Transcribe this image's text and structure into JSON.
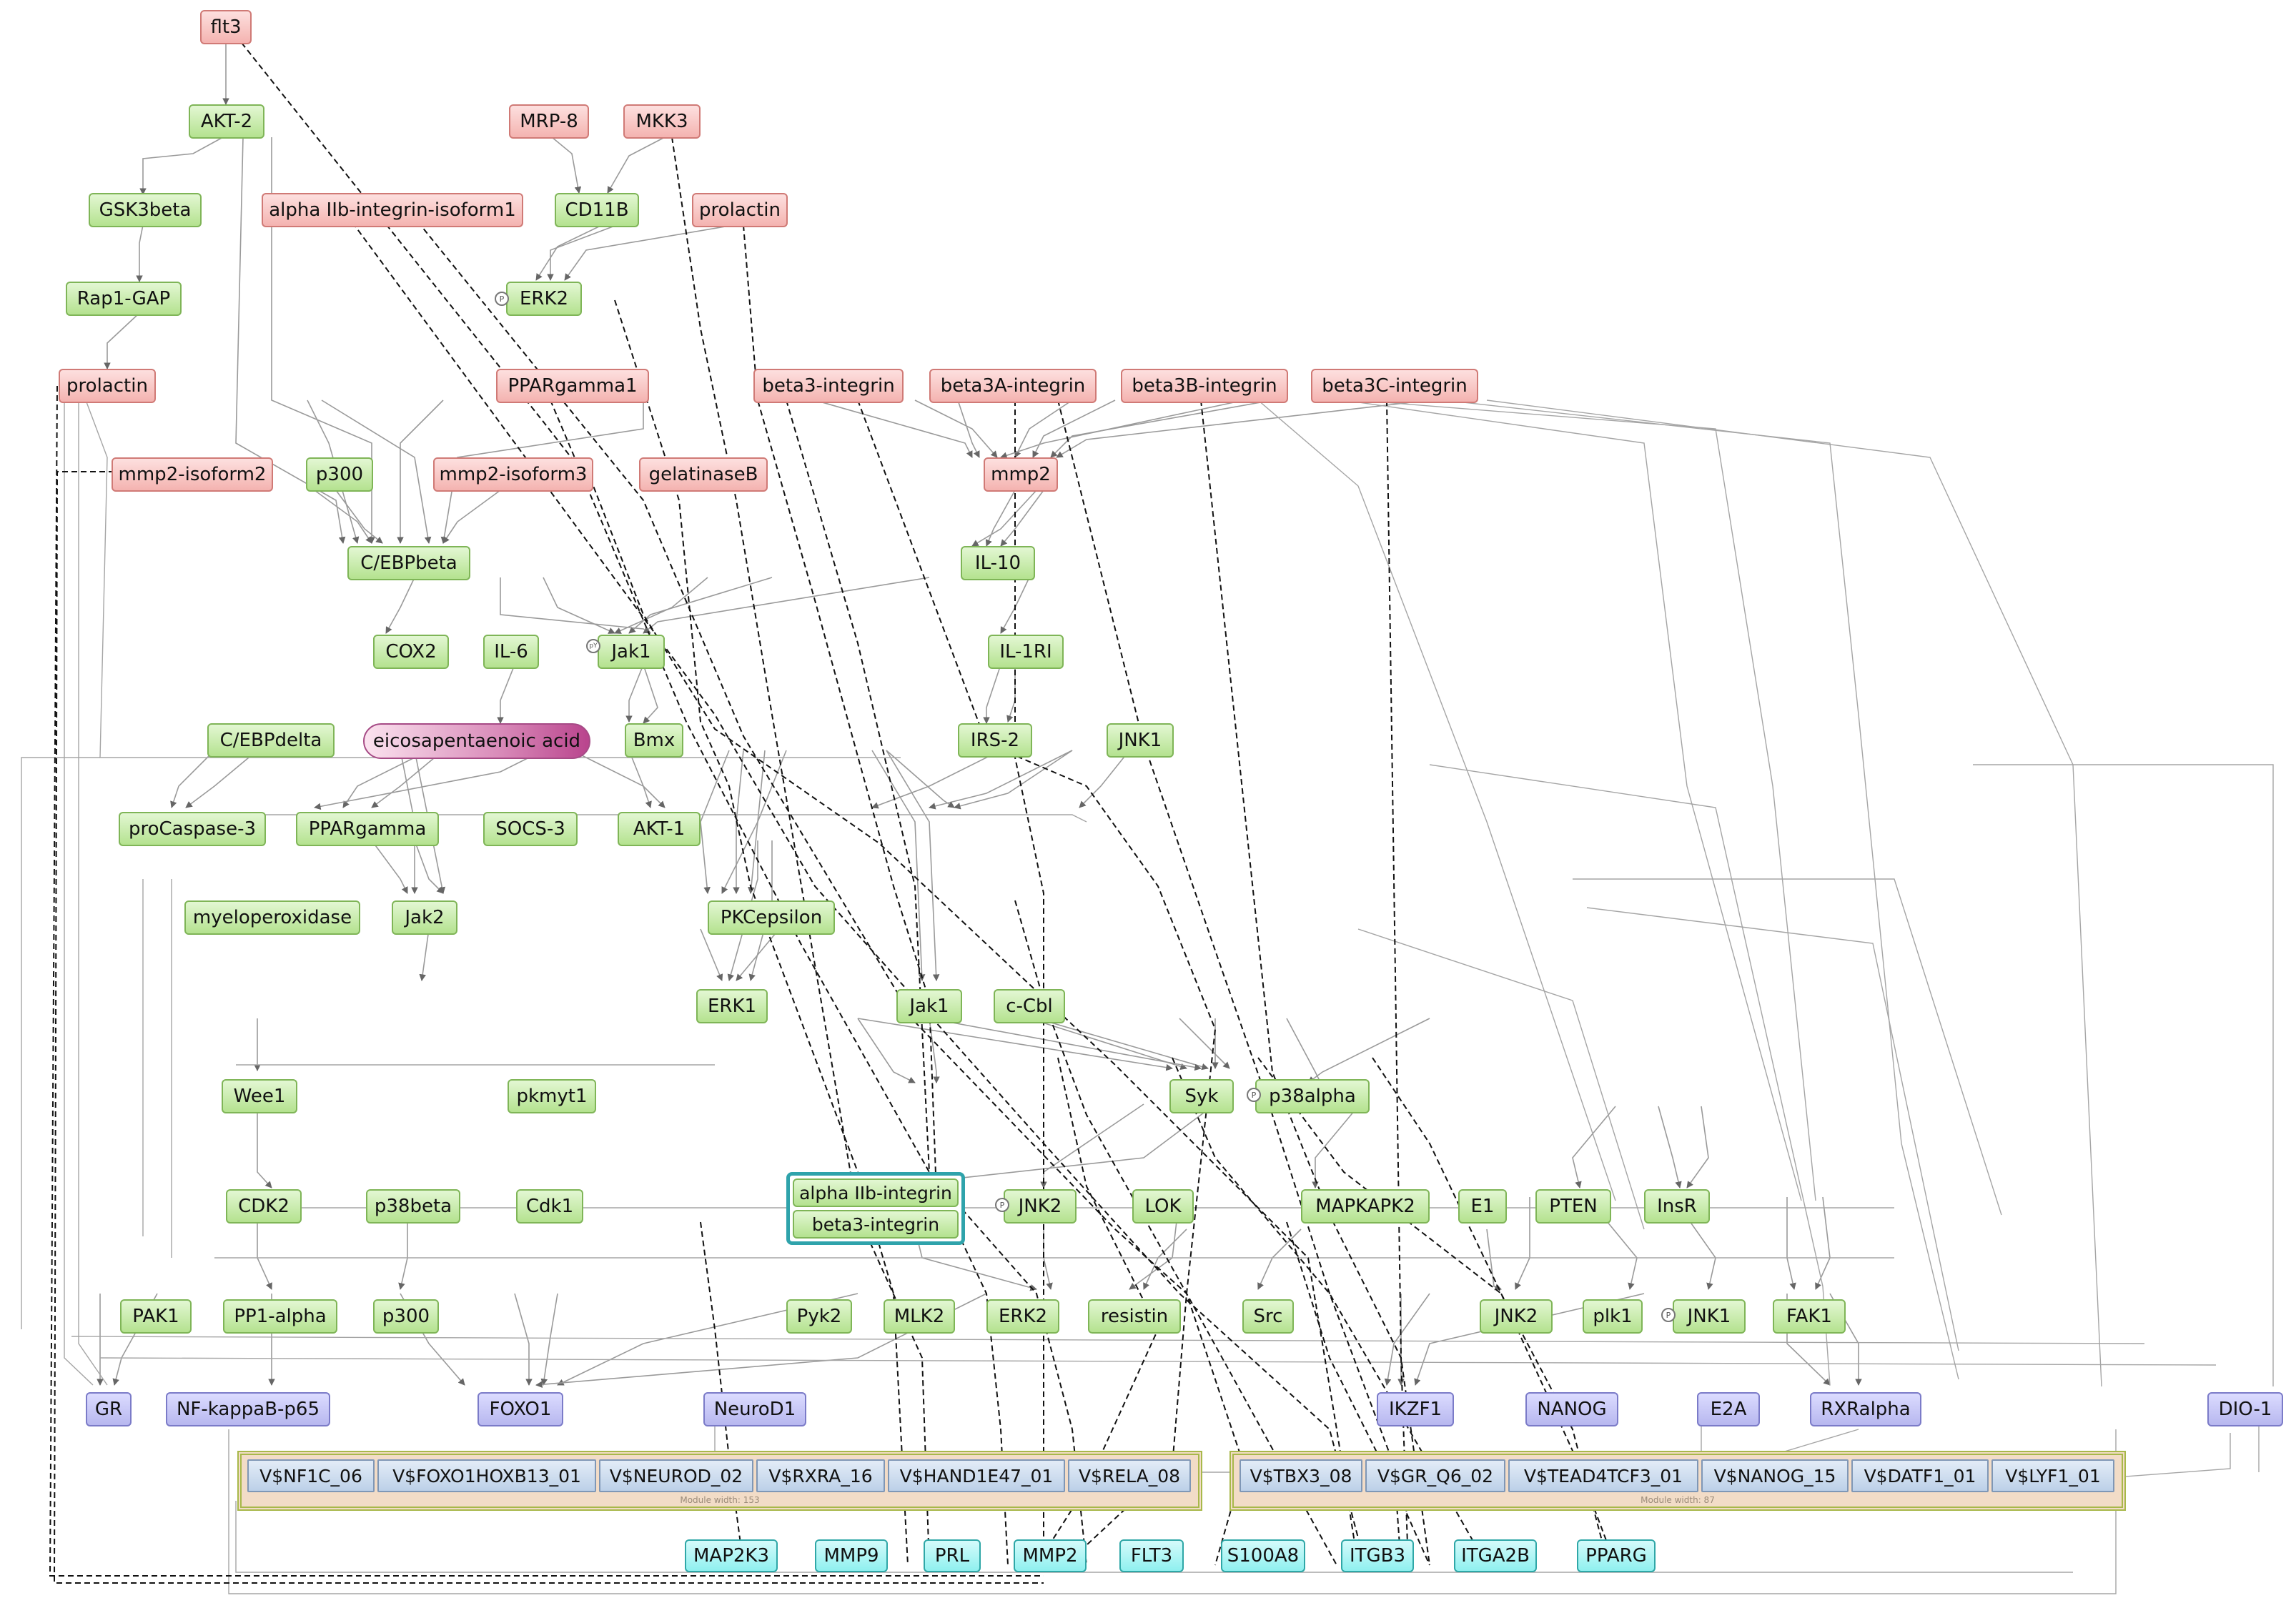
{
  "nodes": {
    "flt3": "flt3",
    "akt2": "AKT-2",
    "mrp8": "MRP-8",
    "mkk3": "MKK3",
    "gsk3beta": "GSK3beta",
    "alpha_iib_iso1": "alpha IIb-integrin-isoform1",
    "cd11b": "CD11B",
    "prolactin_top": "prolactin",
    "erk2_top": "ERK2",
    "rap1gap": "Rap1-GAP",
    "prolactin_left": "prolactin",
    "ppargamma1": "PPARgamma1",
    "beta3_integrin": "beta3-integrin",
    "beta3a_integrin": "beta3A-integrin",
    "beta3b_integrin": "beta3B-integrin",
    "beta3c_integrin": "beta3C-integrin",
    "mmp2_iso2": "mmp2-isoform2",
    "p300_top": "p300",
    "mmp2_iso3": "mmp2-isoform3",
    "gelatinaseb": "gelatinaseB",
    "mmp2": "mmp2",
    "cebpbeta": "C/EBPbeta",
    "il10": "IL-10",
    "cox2": "COX2",
    "il6": "IL-6",
    "jak1_top": "Jak1",
    "il1ri": "IL-1RI",
    "cebpdelta": "C/EBPdelta",
    "eicosapentaenoic": "eicosapentaenoic acid",
    "bmx": "Bmx",
    "irs2": "IRS-2",
    "jnk1_top": "JNK1",
    "procaspase3": "proCaspase-3",
    "ppargamma": "PPARgamma",
    "socs3": "SOCS-3",
    "akt1": "AKT-1",
    "myeloperoxidase": "myeloperoxidase",
    "jak2": "Jak2",
    "pkcepsilon": "PKCepsilon",
    "erk1": "ERK1",
    "jak1_mid": "Jak1",
    "ccbl": "c-Cbl",
    "wee1": "Wee1",
    "pkmyt1": "pkmyt1",
    "syk": "Syk",
    "p38alpha": "p38alpha",
    "cdk2": "CDK2",
    "p38beta": "p38beta",
    "cdk1": "Cdk1",
    "alpha_iib_integrin": "alpha IIb-integrin",
    "beta3_integrin_cx": "beta3-integrin",
    "jnk2_mid": "JNK2",
    "lok": "LOK",
    "mapkapk2": "MAPKAPK2",
    "e1": "E1",
    "pten": "PTEN",
    "insr": "InsR",
    "pak1": "PAK1",
    "pp1alpha": "PP1-alpha",
    "p300_bot": "p300",
    "pyk2": "Pyk2",
    "mlk2": "MLK2",
    "erk2_bot": "ERK2",
    "resistin": "resistin",
    "src": "Src",
    "jnk2_bot": "JNK2",
    "plk1": "plk1",
    "jnk1_bot": "JNK1",
    "fak1": "FAK1",
    "gr": "GR",
    "nfkb": "NF-kappaB-p65",
    "foxo1": "FOXO1",
    "neurod1": "NeuroD1",
    "ikzf1": "IKZF1",
    "nanog": "NANOG",
    "e2a": "E2A",
    "rxralpha": "RXRalpha",
    "dio1": "DIO-1",
    "map2k3": "MAP2K3",
    "mmp9": "MMP9",
    "prl": "PRL",
    "mmp2_gene": "MMP2",
    "flt3_gene": "FLT3",
    "s100a8": "S100A8",
    "itgb3": "ITGB3",
    "itga2b": "ITGA2B",
    "pparg": "PPARG"
  },
  "modules": [
    {
      "sites": [
        "V$NF1C_06",
        "V$FOXO1HOXB13_01",
        "V$NEUROD_02",
        "V$RXRA_16",
        "V$HAND1E47_01",
        "V$RELA_08"
      ],
      "caption": "Module width: 153"
    },
    {
      "sites": [
        "V$TBX3_08",
        "V$GR_Q6_02",
        "V$TEAD4TCF3_01",
        "V$NANOG_15",
        "V$DATF1_01",
        "V$LYF1_01"
      ],
      "caption": "Module width: 87"
    }
  ],
  "marks": {
    "phospho": "P",
    "phospho_tyr": "pY"
  },
  "colors": {
    "protein_input": "#f4b3b0",
    "protein": "#b4e28f",
    "transcription_factor": "#b7b7ef",
    "gene": "#8ff0ef",
    "complex_border": "#2fa3ab",
    "module_fill": "#f2dcc7",
    "module_border": "#a8b84a"
  }
}
